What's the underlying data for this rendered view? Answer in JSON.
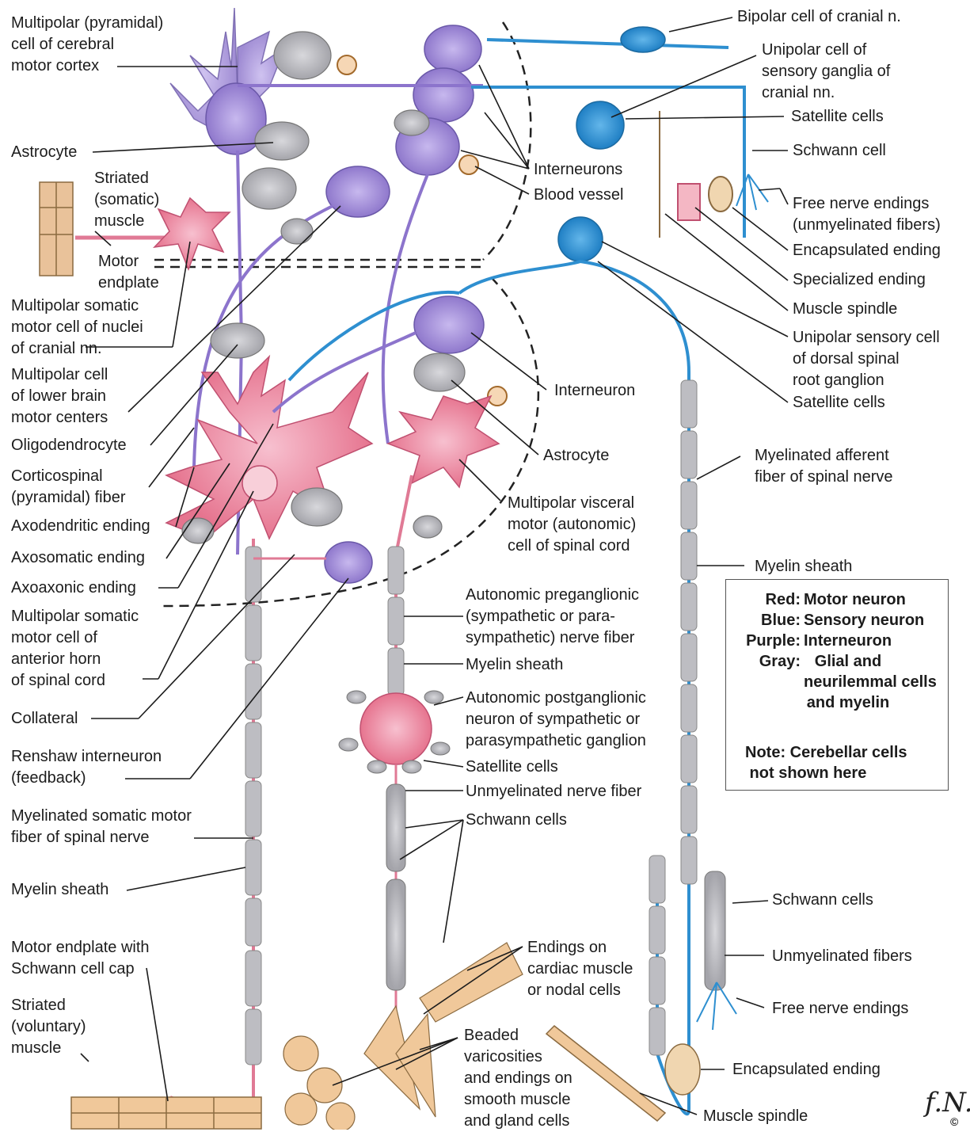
{
  "labels": [
    {
      "id": "l1",
      "text": "Multipolar (pyramidal)\ncell of cerebral\nmotor cortex"
    },
    {
      "id": "l2",
      "text": "Astrocyte"
    },
    {
      "id": "l3",
      "text": "Striated\n(somatic)\nmuscle"
    },
    {
      "id": "l4",
      "text": "Motor\nendplate"
    },
    {
      "id": "l5",
      "text": "Multipolar somatic\nmotor cell of nuclei\nof cranial nn."
    },
    {
      "id": "l6",
      "text": "Multipolar cell\nof lower brain\nmotor centers"
    },
    {
      "id": "l7",
      "text": "Oligodendrocyte"
    },
    {
      "id": "l8",
      "text": "Corticospinal\n(pyramidal) fiber"
    },
    {
      "id": "l9",
      "text": "Axodendritic ending"
    },
    {
      "id": "l10",
      "text": "Axosomatic ending"
    },
    {
      "id": "l11",
      "text": "Axoaxonic ending"
    },
    {
      "id": "l12",
      "text": "Multipolar somatic\nmotor cell of\nanterior horn\nof spinal cord"
    },
    {
      "id": "l13",
      "text": "Collateral"
    },
    {
      "id": "l14",
      "text": "Renshaw interneuron\n(feedback)"
    },
    {
      "id": "l15",
      "text": "Myelinated somatic motor\nfiber of spinal nerve"
    },
    {
      "id": "l16",
      "text": "Myelin sheath"
    },
    {
      "id": "l17",
      "text": "Motor endplate with\nSchwann cell cap"
    },
    {
      "id": "l18",
      "text": "Striated\n(voluntary)\nmuscle"
    },
    {
      "id": "r1",
      "text": "Bipolar cell of cranial n."
    },
    {
      "id": "r2",
      "text": "Unipolar cell of\nsensory ganglia of\ncranial nn."
    },
    {
      "id": "r3",
      "text": "Satellite cells"
    },
    {
      "id": "r4",
      "text": "Schwann cell"
    },
    {
      "id": "r5",
      "text": "Interneurons"
    },
    {
      "id": "r6",
      "text": "Blood vessel"
    },
    {
      "id": "r7",
      "text": "Free nerve endings\n(unmyelinated fibers)"
    },
    {
      "id": "r8",
      "text": "Encapsulated ending"
    },
    {
      "id": "r9",
      "text": "Specialized ending"
    },
    {
      "id": "r10",
      "text": "Muscle spindle"
    },
    {
      "id": "r11",
      "text": "Unipolar sensory cell\nof dorsal spinal\nroot ganglion"
    },
    {
      "id": "r12",
      "text": "Satellite cells"
    },
    {
      "id": "r13",
      "text": "Interneuron"
    },
    {
      "id": "r14",
      "text": "Astrocyte"
    },
    {
      "id": "r15",
      "text": "Myelinated afferent\nfiber of spinal nerve"
    },
    {
      "id": "r16",
      "text": "Multipolar visceral\nmotor (autonomic)\ncell of spinal cord"
    },
    {
      "id": "r17",
      "text": "Myelin sheath"
    },
    {
      "id": "r18",
      "text": "Autonomic preganglionic\n(sympathetic or para-\nsympathetic) nerve fiber"
    },
    {
      "id": "r19",
      "text": "Myelin sheath"
    },
    {
      "id": "r20",
      "text": "Autonomic postganglionic\nneuron of sympathetic or\nparasympathetic ganglion"
    },
    {
      "id": "r21",
      "text": "Satellite cells"
    },
    {
      "id": "r22",
      "text": "Unmyelinated nerve fiber"
    },
    {
      "id": "r23",
      "text": "Schwann cells"
    },
    {
      "id": "r24",
      "text": "Endings on\ncardiac muscle\nor nodal cells"
    },
    {
      "id": "r25",
      "text": "Beaded\nvaricosities\nand endings on\nsmooth muscle\nand gland cells"
    },
    {
      "id": "r26",
      "text": "Schwann cells"
    },
    {
      "id": "r27",
      "text": "Unmyelinated fibers"
    },
    {
      "id": "r28",
      "text": "Free nerve endings"
    },
    {
      "id": "r29",
      "text": "Encapsulated ending"
    },
    {
      "id": "r30",
      "text": "Muscle spindle"
    }
  ],
  "legend": {
    "rows": [
      {
        "key": "Red:",
        "value": "Motor neuron"
      },
      {
        "key": "Blue:",
        "value": "Sensory neuron"
      },
      {
        "key": "Purple:",
        "value": "Interneuron"
      },
      {
        "key": "Gray:",
        "value": "Glial and\nneurilemmal cells\nand myelin"
      }
    ],
    "note": "Note: Cerebellar cells\n not shown here"
  },
  "signature": "f.N.",
  "copyright": "©",
  "colors": {
    "motor": "#e87a97",
    "motor_light": "#f5b3c4",
    "sensory": "#2e8fd0",
    "interneuron": "#9b83d4",
    "glia": "#b9b9bd",
    "muscle": "#f0c89a",
    "outline": "#444444"
  }
}
